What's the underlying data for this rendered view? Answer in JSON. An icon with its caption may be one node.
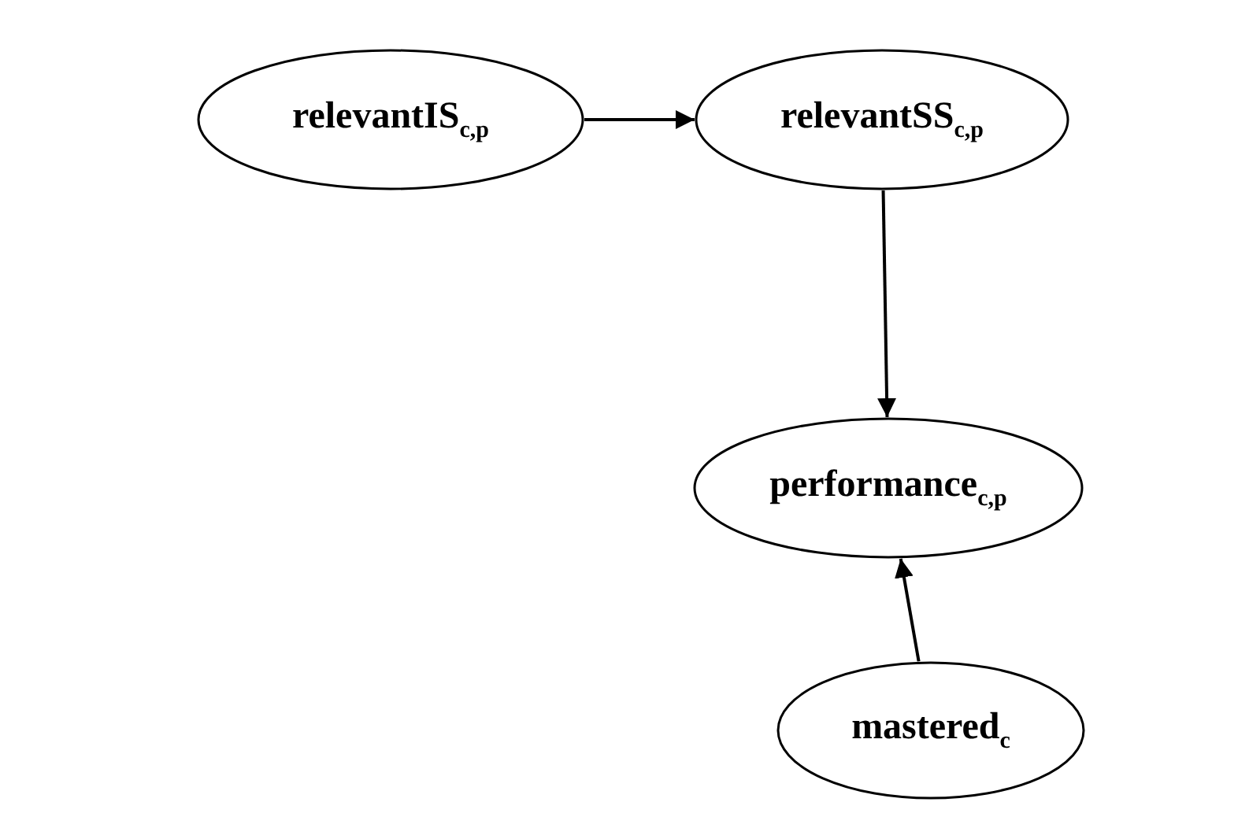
{
  "diagram": {
    "nodes": [
      {
        "text": [
          "relevantIS$_{c,p}$"
        ]
      },
      {
        "text": [
          "relevantSS$_{c,p}$"
        ]
      },
      {
        "text": [
          "performance$_{c,p}$"
        ]
      },
      {
        "text": [
          "mastered$_{c}$"
        ]
      }
    ],
    "edges": [
      {
        "from": 0,
        "to": 1,
        "arrow": "to"
      },
      {
        "from": 1,
        "to": 2,
        "arrow": "to"
      },
      {
        "from": 3,
        "to": 2,
        "arrow": "to"
      }
    ]
  }
}
